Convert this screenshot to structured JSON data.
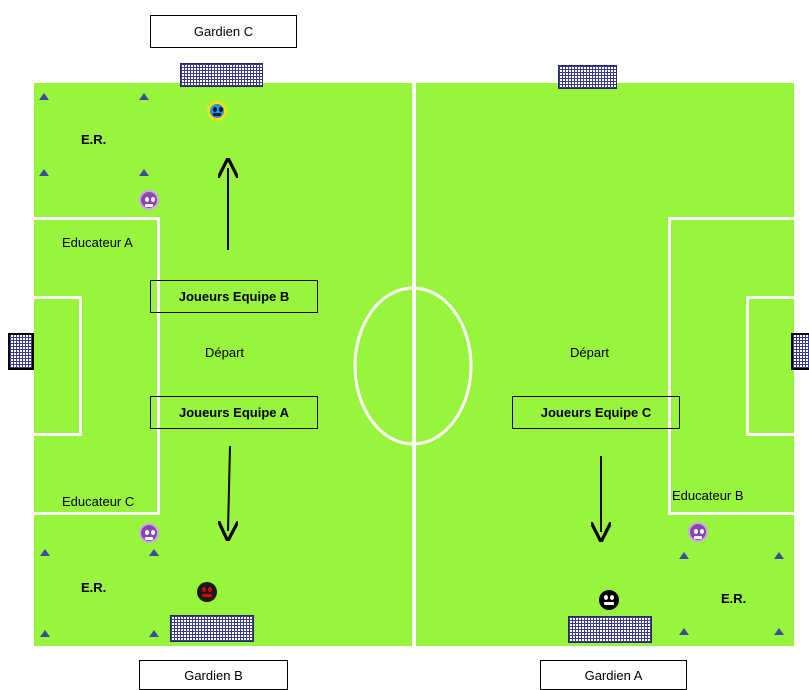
{
  "colors": {
    "grass": "#98f43c",
    "lines": "#ffffff",
    "cones": "#3a4e9a",
    "player_blue": "#1e90ff",
    "player_purple": "#8e44ad",
    "player_red": "#e00000",
    "player_black": "#000000"
  },
  "labels": {
    "gardien_c": "Gardien C",
    "gardien_b": "Gardien B",
    "gardien_a": "Gardien A",
    "er_top_left": "E.R.",
    "er_bottom_left": "E.R.",
    "er_bottom_right": "E.R.",
    "educateur_a": "Educateur A",
    "educateur_c": "Educateur C",
    "educateur_b": "Educateur B",
    "depart_left": "Départ",
    "depart_right": "Départ",
    "joueurs_b": "Joueurs Equipe B",
    "joueurs_a": "Joueurs Equipe A",
    "joueurs_c": "Joueurs Equipe C"
  },
  "icons": {
    "cone": "triangle-cone-icon",
    "player": "smiley-player-icon",
    "goal": "goal-net-icon",
    "arrow": "arrow-icon"
  }
}
